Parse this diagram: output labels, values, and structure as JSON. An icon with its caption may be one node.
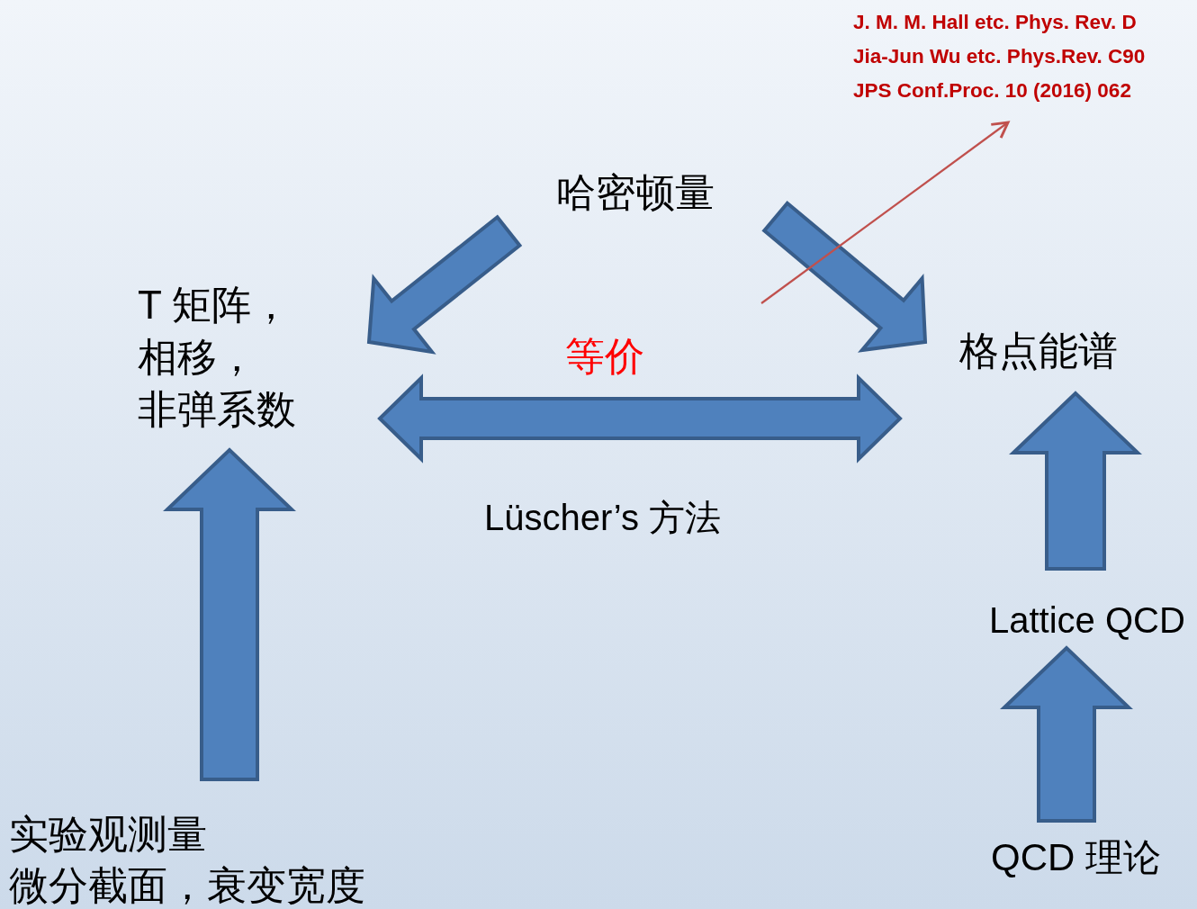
{
  "diagram": {
    "nodes": [
      {
        "text": [
          "哈密顿量"
        ]
      },
      {
        "text": [
          "T 矩阵，相移，非弹系数"
        ]
      },
      {
        "text": [
          "格点能谱"
        ]
      },
      {
        "text": [
          "Lattice QCD"
        ]
      },
      {
        "text": [
          "QCD 理论"
        ]
      },
      {
        "text": [
          "实验观测量",
          "微分截面，衰变宽度"
        ]
      },
      {
        "text": [
          "J. M. M. Hall etc. Phys. Rev. D",
          "Jia-Jun Wu etc. Phys.Rev. C90",
          "JPS Conf.Proc. 10 (2016) 062"
        ]
      }
    ],
    "edges": [
      {
        "from": 0,
        "to": 1,
        "arrow": "to"
      },
      {
        "from": 0,
        "to": 2,
        "arrow": "to"
      },
      {
        "from": 1,
        "to": 2,
        "arrow": "both",
        "label": "等价"
      },
      {
        "from": 5,
        "to": 1,
        "arrow": "to"
      },
      {
        "from": 3,
        "to": 2,
        "arrow": "to"
      },
      {
        "from": 4,
        "to": 3,
        "arrow": "to"
      },
      {
        "from": null,
        "to": 6,
        "arrow": "to",
        "color": "#c0504d"
      }
    ],
    "labels": [
      "Lüscher’s 方法"
    ]
  }
}
